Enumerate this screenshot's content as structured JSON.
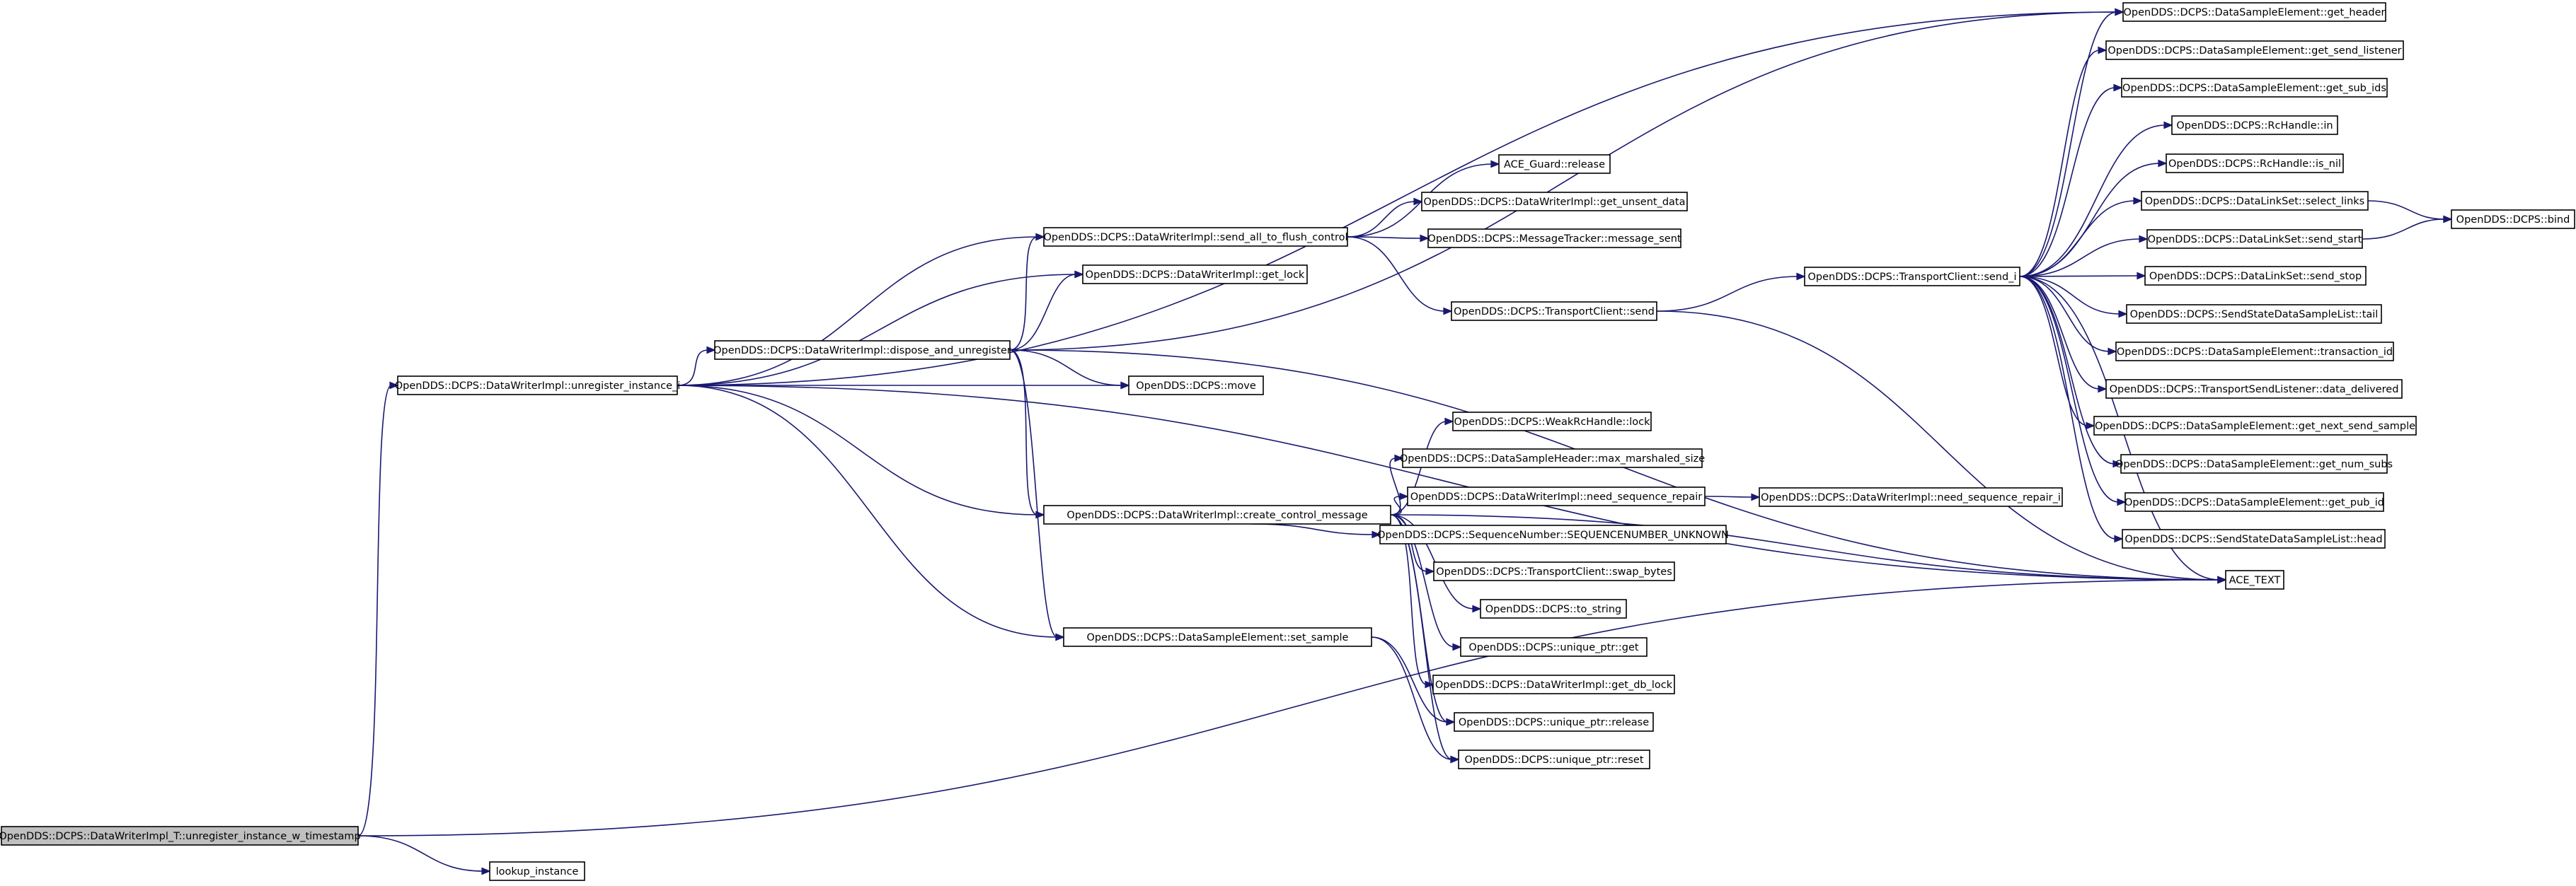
{
  "diagram": {
    "edge_color": "#191970",
    "root_fill": "#bfbfbf",
    "nodes": [
      {
        "id": "n0",
        "label": "OpenDDS::DCPS::DataWriterImpl_T::unregister_instance_w_timestamp",
        "root": true
      },
      {
        "id": "n1",
        "label": "OpenDDS::DCPS::DataWriterImpl::unregister_instance_i"
      },
      {
        "id": "n2",
        "label": "lookup_instance"
      },
      {
        "id": "n3",
        "label": "ACE_TEXT"
      },
      {
        "id": "n4",
        "label": "OpenDDS::DCPS::DataWriterImpl::dispose_and_unregister"
      },
      {
        "id": "n5",
        "label": "OpenDDS::DCPS::DataWriterImpl::send_all_to_flush_control"
      },
      {
        "id": "n6",
        "label": "OpenDDS::DCPS::DataWriterImpl::get_lock"
      },
      {
        "id": "n7",
        "label": "OpenDDS::DCPS::move"
      },
      {
        "id": "n8",
        "label": "OpenDDS::DCPS::DataWriterImpl::create_control_message"
      },
      {
        "id": "n9",
        "label": "OpenDDS::DCPS::DataSampleElement::set_sample"
      },
      {
        "id": "n10",
        "label": "OpenDDS::DCPS::DataSampleElement::get_header"
      },
      {
        "id": "n11",
        "label": "ACE_Guard::release"
      },
      {
        "id": "n12",
        "label": "OpenDDS::DCPS::DataWriterImpl::get_unsent_data"
      },
      {
        "id": "n13",
        "label": "OpenDDS::DCPS::MessageTracker::message_sent"
      },
      {
        "id": "n14",
        "label": "OpenDDS::DCPS::TransportClient::send"
      },
      {
        "id": "n15",
        "label": "OpenDDS::DCPS::TransportClient::send_i"
      },
      {
        "id": "n16",
        "label": "OpenDDS::DCPS::DataSampleElement::get_send_listener"
      },
      {
        "id": "n17",
        "label": "OpenDDS::DCPS::DataSampleElement::get_sub_ids"
      },
      {
        "id": "n18",
        "label": "OpenDDS::DCPS::RcHandle::in"
      },
      {
        "id": "n19",
        "label": "OpenDDS::DCPS::RcHandle::is_nil"
      },
      {
        "id": "n20",
        "label": "OpenDDS::DCPS::DataLinkSet::select_links"
      },
      {
        "id": "n21",
        "label": "OpenDDS::DCPS::bind"
      },
      {
        "id": "n22",
        "label": "OpenDDS::DCPS::DataLinkSet::send_start"
      },
      {
        "id": "n23",
        "label": "OpenDDS::DCPS::DataLinkSet::send_stop"
      },
      {
        "id": "n24",
        "label": "OpenDDS::DCPS::SendStateDataSampleList::tail"
      },
      {
        "id": "n25",
        "label": "OpenDDS::DCPS::DataSampleElement::transaction_id"
      },
      {
        "id": "n26",
        "label": "OpenDDS::DCPS::TransportSendListener::data_delivered"
      },
      {
        "id": "n27",
        "label": "OpenDDS::DCPS::DataSampleElement::get_next_send_sample"
      },
      {
        "id": "n28",
        "label": "OpenDDS::DCPS::DataSampleElement::get_num_subs"
      },
      {
        "id": "n29",
        "label": "OpenDDS::DCPS::DataSampleElement::get_pub_id"
      },
      {
        "id": "n30",
        "label": "OpenDDS::DCPS::SendStateDataSampleList::head"
      },
      {
        "id": "n31",
        "label": "OpenDDS::DCPS::WeakRcHandle::lock"
      },
      {
        "id": "n32",
        "label": "OpenDDS::DCPS::DataSampleHeader::max_marshaled_size"
      },
      {
        "id": "n33",
        "label": "OpenDDS::DCPS::DataWriterImpl::need_sequence_repair"
      },
      {
        "id": "n34",
        "label": "OpenDDS::DCPS::DataWriterImpl::need_sequence_repair_i"
      },
      {
        "id": "n35",
        "label": "OpenDDS::DCPS::SequenceNumber::SEQUENCENUMBER_UNKNOWN"
      },
      {
        "id": "n36",
        "label": "OpenDDS::DCPS::TransportClient::swap_bytes"
      },
      {
        "id": "n37",
        "label": "OpenDDS::DCPS::to_string"
      },
      {
        "id": "n38",
        "label": "OpenDDS::DCPS::unique_ptr::get"
      },
      {
        "id": "n39",
        "label": "OpenDDS::DCPS::DataWriterImpl::get_db_lock"
      },
      {
        "id": "n40",
        "label": "OpenDDS::DCPS::unique_ptr::release"
      },
      {
        "id": "n41",
        "label": "OpenDDS::DCPS::unique_ptr::reset"
      }
    ],
    "edges": [
      [
        "n0",
        "n1"
      ],
      [
        "n0",
        "n2"
      ],
      [
        "n0",
        "n3"
      ],
      [
        "n1",
        "n10"
      ],
      [
        "n1",
        "n4"
      ],
      [
        "n1",
        "n5"
      ],
      [
        "n1",
        "n6"
      ],
      [
        "n1",
        "n7"
      ],
      [
        "n1",
        "n8"
      ],
      [
        "n1",
        "n9"
      ],
      [
        "n1",
        "n3"
      ],
      [
        "n4",
        "n10"
      ],
      [
        "n4",
        "n5"
      ],
      [
        "n4",
        "n6"
      ],
      [
        "n4",
        "n7"
      ],
      [
        "n4",
        "n8"
      ],
      [
        "n4",
        "n9"
      ],
      [
        "n4",
        "n3"
      ],
      [
        "n5",
        "n11"
      ],
      [
        "n5",
        "n12"
      ],
      [
        "n5",
        "n13"
      ],
      [
        "n5",
        "n14"
      ],
      [
        "n14",
        "n15"
      ],
      [
        "n14",
        "n3"
      ],
      [
        "n15",
        "n10"
      ],
      [
        "n15",
        "n16"
      ],
      [
        "n15",
        "n17"
      ],
      [
        "n15",
        "n18"
      ],
      [
        "n15",
        "n19"
      ],
      [
        "n15",
        "n20"
      ],
      [
        "n15",
        "n22"
      ],
      [
        "n15",
        "n23"
      ],
      [
        "n15",
        "n24"
      ],
      [
        "n15",
        "n25"
      ],
      [
        "n15",
        "n26"
      ],
      [
        "n15",
        "n27"
      ],
      [
        "n15",
        "n28"
      ],
      [
        "n15",
        "n29"
      ],
      [
        "n15",
        "n30"
      ],
      [
        "n15",
        "n3"
      ],
      [
        "n20",
        "n21"
      ],
      [
        "n22",
        "n21"
      ],
      [
        "n8",
        "n3"
      ],
      [
        "n8",
        "n31"
      ],
      [
        "n8",
        "n32"
      ],
      [
        "n8",
        "n33"
      ],
      [
        "n8",
        "n35"
      ],
      [
        "n8",
        "n36"
      ],
      [
        "n8",
        "n37"
      ],
      [
        "n8",
        "n38"
      ],
      [
        "n8",
        "n39"
      ],
      [
        "n8",
        "n40"
      ],
      [
        "n8",
        "n41"
      ],
      [
        "n33",
        "n34"
      ],
      [
        "n9",
        "n40"
      ],
      [
        "n9",
        "n41"
      ]
    ]
  }
}
